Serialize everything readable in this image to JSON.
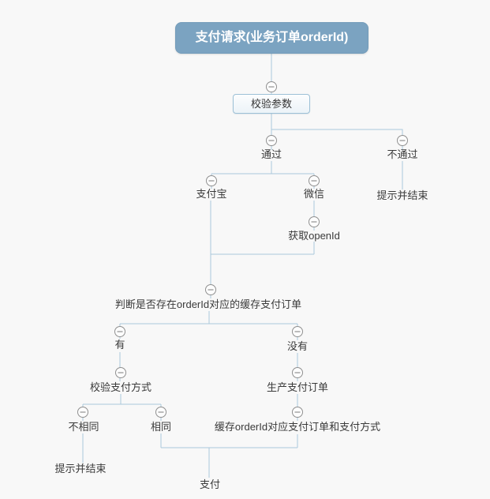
{
  "diagram": {
    "type": "mindmap-flowchart",
    "nodes": {
      "root": {
        "label": "支付请求(业务订单orderId)"
      },
      "validate_params": {
        "label": "校验参数"
      },
      "pass": {
        "label": "通过"
      },
      "fail": {
        "label": "不通过"
      },
      "fail_end": {
        "label": "提示并结束"
      },
      "alipay": {
        "label": "支付宝"
      },
      "wechat": {
        "label": "微信"
      },
      "get_openid": {
        "label": "获取openId"
      },
      "check_cache": {
        "label": "判断是否存在orderId对应的缓存支付订单"
      },
      "has": {
        "label": "有"
      },
      "none": {
        "label": "没有"
      },
      "verify_method": {
        "label": "校验支付方式"
      },
      "create_order": {
        "label": "生产支付订单"
      },
      "not_same": {
        "label": "不相同"
      },
      "same": {
        "label": "相同"
      },
      "cache_order": {
        "label": "缓存orderId对应支付订单和支付方式"
      },
      "not_same_end": {
        "label": "提示并结束"
      },
      "pay": {
        "label": "支付"
      }
    },
    "icons": {
      "collapse": "minus-circle"
    },
    "colors": {
      "root_fill": "#7ba3c1",
      "root_text": "#ffffff",
      "connector": "#aac8db",
      "box_border": "#9cc0d6",
      "collapse_stroke": "#8f8f8f",
      "label_text": "#3a3a3a",
      "background": "#f8f8f8"
    }
  }
}
